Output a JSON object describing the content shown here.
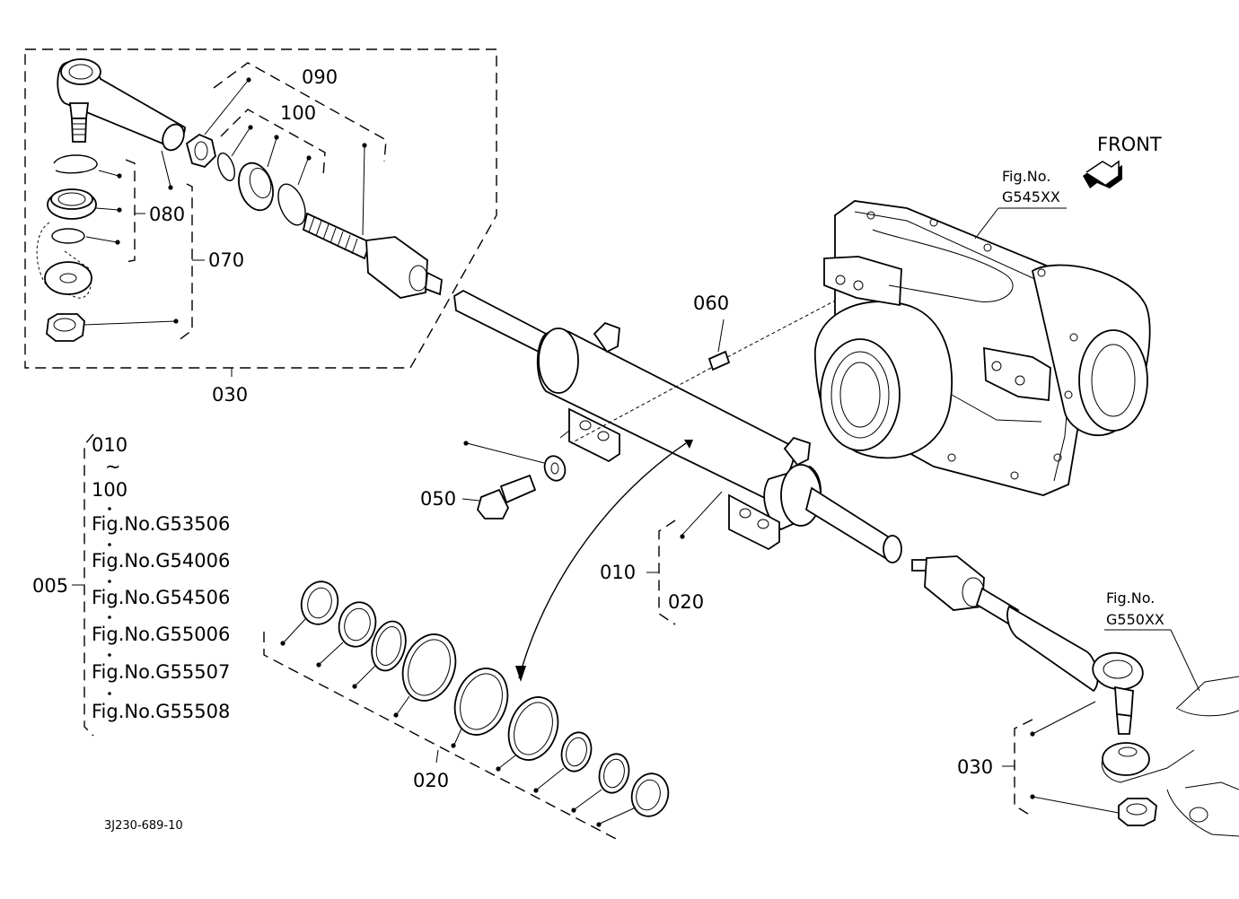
{
  "labels": {
    "p090": "090",
    "p100": "100",
    "p080": "080",
    "p070": "070",
    "p030_top": "030",
    "p060": "060",
    "p050": "050",
    "p010": "010",
    "p020_right": "020",
    "p020_bottom": "020",
    "p030_right": "030",
    "p005": "005"
  },
  "legend": {
    "range_from": "010",
    "range_tilde": "~",
    "range_to": "100",
    "refs": [
      "Fig.No.G53506",
      "Fig.No.G54006",
      "Fig.No.G54506",
      "Fig.No.G55006",
      "Fig.No.G55507",
      "Fig.No.G55508"
    ]
  },
  "refs": {
    "front_label": "FRONT",
    "ref1_line1": "Fig.No.",
    "ref1_line2": "G545XX",
    "ref2_line1": "Fig.No.",
    "ref2_line2": "G550XX"
  },
  "footer": {
    "drawing_id": "3J230-689-10"
  }
}
